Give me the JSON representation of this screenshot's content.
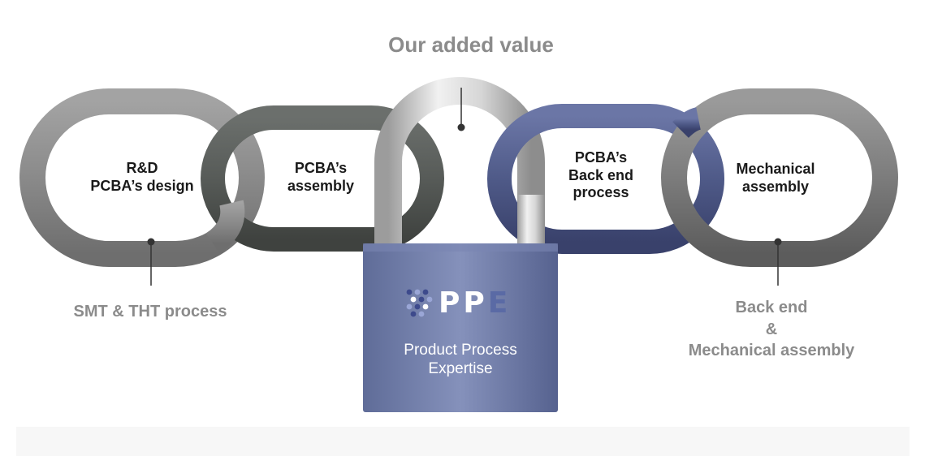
{
  "title": "Our added value",
  "links": [
    {
      "line1": "R&D",
      "line2": "PCBA’s design"
    },
    {
      "line1": "PCBA’s",
      "line2": "assembly"
    },
    {
      "line1": "PCBA’s",
      "line2": "Back end",
      "line3": "process"
    },
    {
      "line1": "Mechanical",
      "line2": "assembly"
    }
  ],
  "captions": {
    "left": "SMT & THT process",
    "right": {
      "line1": "Back end",
      "line2": "&",
      "line3": "Mechanical assembly"
    }
  },
  "padlock": {
    "logo": "PPE",
    "line1": "Product Process",
    "line2": "Expertise"
  },
  "colors": {
    "chain_grey": "#8a8a8a",
    "chain_dark": "#4f5350",
    "chain_blue": "#4d5784",
    "lock_body": "#6a77a0",
    "caption_grey": "#8b8b8b"
  }
}
